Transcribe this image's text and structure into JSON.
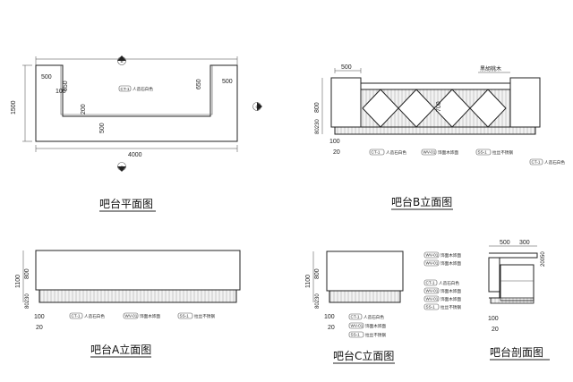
{
  "titles": {
    "plan": "吧台平面图",
    "elevation_b": "吧台B立面图",
    "elevation_a": "吧台A立面图",
    "elevation_c": "吧台C立面图",
    "section": "吧台剖面图"
  },
  "plan": {
    "dims": {
      "left_depth": "500",
      "right_depth": "500",
      "left_arm": "650",
      "right_arm": "650",
      "left_gap": "100",
      "inner": "200",
      "front": "500",
      "total_depth": "1500",
      "total_length": "4000"
    },
    "material": {
      "code": "CT-1",
      "name": "人造石白色"
    },
    "markers": {
      "a": "A",
      "b": "B",
      "c": "C"
    }
  },
  "elevation_b": {
    "label_top": "黑胡桃木",
    "dims": {
      "top": "500",
      "panel": "700",
      "height": "800",
      "base": "80230",
      "offset_1": "100",
      "offset_2": "20"
    },
    "materials": [
      {
        "code": "CT-1",
        "name": "人造石白色"
      },
      {
        "code": "WV-01",
        "name": "饰面木饰面"
      },
      {
        "code": "SS-1",
        "name": "拉丝不锈钢"
      },
      {
        "code": "CT-1",
        "name": "人造石白色"
      }
    ]
  },
  "elevation_a": {
    "dims": {
      "height": "1100",
      "face": "800",
      "base": "80230",
      "offset_1": "100",
      "offset_2": "20"
    },
    "materials": [
      {
        "code": "CT-1",
        "name": "人造石白色"
      },
      {
        "code": "WV-01",
        "name": "饰面木饰面"
      },
      {
        "code": "SS-1",
        "name": "拉丝不锈钢"
      }
    ]
  },
  "elevation_c": {
    "dims": {
      "height": "1100",
      "face": "800",
      "base": "80230",
      "offset_1": "100",
      "offset_2": "20"
    },
    "materials": [
      {
        "code": "CT-1",
        "name": "人造石白色"
      },
      {
        "code": "WV-01",
        "name": "饰面木饰面"
      },
      {
        "code": "SS-1",
        "name": "拉丝不锈钢"
      }
    ]
  },
  "section": {
    "dims": {
      "top_1": "500",
      "top_2": "300",
      "right": "20050",
      "offset_1": "100",
      "offset_2": "20"
    },
    "materials": [
      {
        "code": "WV-01",
        "name": "饰面木饰面"
      },
      {
        "code": "WV-01",
        "name": "饰面木饰面"
      },
      {
        "code": "CT-1",
        "name": "人造石白色"
      },
      {
        "code": "WV-01",
        "name": "饰面木饰面"
      },
      {
        "code": "WV-01",
        "name": "饰面木饰面"
      },
      {
        "code": "SS-1",
        "name": "拉丝不锈钢"
      }
    ]
  }
}
